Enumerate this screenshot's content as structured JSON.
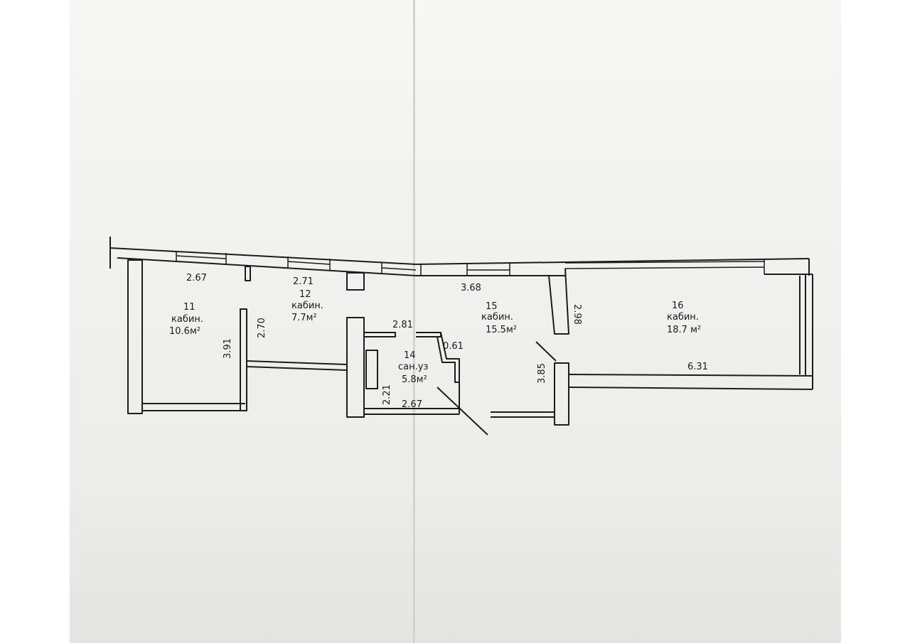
{
  "rooms": [
    {
      "number": "11",
      "type": "кабин.",
      "area": "10.6м²"
    },
    {
      "number": "12",
      "type": "кабин.",
      "area": "7.7м²"
    },
    {
      "number": "14",
      "type": "сан.уз",
      "area": "5.8м²"
    },
    {
      "number": "15",
      "type": "кабин.",
      "area": "15.5м²"
    },
    {
      "number": "16",
      "type": "кабин.",
      "area": "18.7 м²"
    }
  ],
  "dimensions": {
    "room11_top": "2.67",
    "room11_side": "3.91",
    "room12_top": "2.71",
    "room12_side": "2.70",
    "room14_top": "2.81",
    "room14_step": "0.61",
    "room14_side": "2.21",
    "room14_bottom": "2.67",
    "room15_top": "3.68",
    "room15_side": "3.85",
    "room16_side": "2.98",
    "room16_bottom": "6.31"
  }
}
